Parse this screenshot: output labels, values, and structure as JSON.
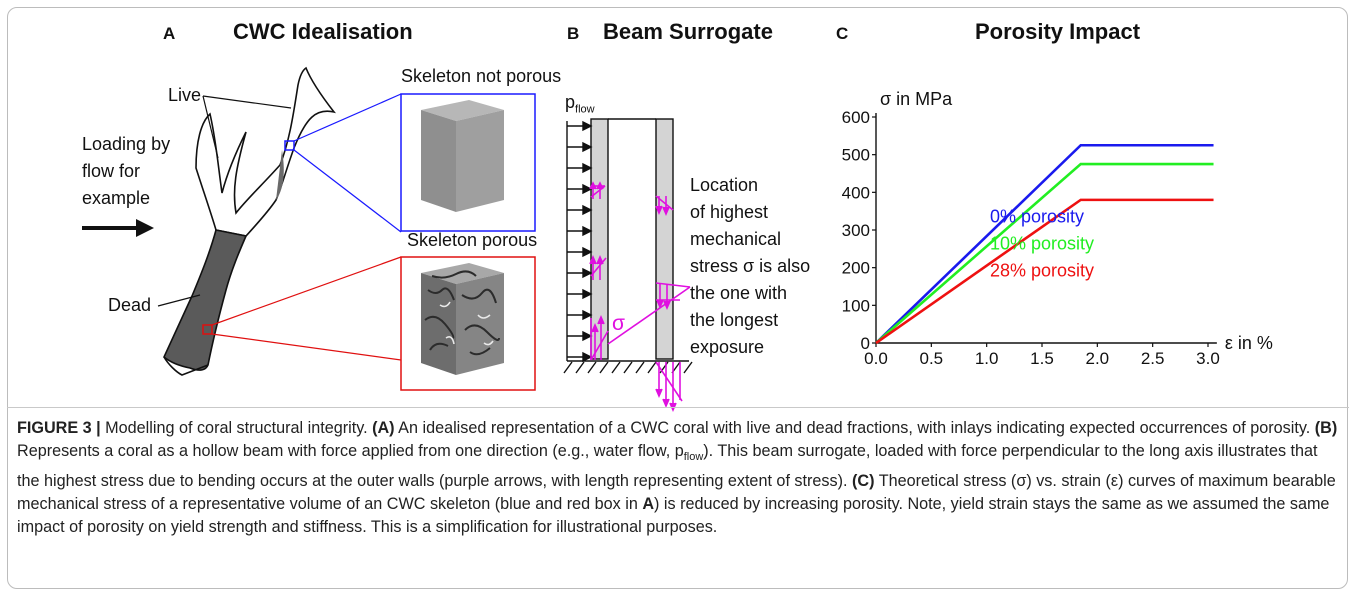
{
  "panel_a": {
    "letter": "A",
    "title": "CWC Idealisation",
    "live_label": "Live",
    "dead_label": "Dead",
    "loading_lines": [
      "Loading by",
      "flow for",
      "example"
    ],
    "not_porous_label": "Skeleton not porous",
    "porous_label": "Skeleton porous",
    "colors": {
      "not_porous_box": "#1a1aff",
      "porous_box": "#e01010"
    }
  },
  "panel_b": {
    "letter": "B",
    "title": "Beam Surrogate",
    "p_label": "p",
    "p_sub": "flow",
    "sigma": "σ",
    "text_lines": [
      "Location",
      "of highest",
      "mechanical",
      "stress σ is also",
      "the one with",
      "the longest",
      "exposure"
    ],
    "colors": {
      "stress_arrows": "#e010e0"
    }
  },
  "panel_c": {
    "letter": "C",
    "title": "Porosity Impact"
  },
  "chart_data": {
    "type": "line",
    "title": "Porosity Impact",
    "xlabel": "ε in %",
    "ylabel": "σ in MPa",
    "xlim": [
      0,
      3.0
    ],
    "ylim": [
      0,
      600
    ],
    "xticks": [
      "0.0",
      "0.5",
      "1.0",
      "1.5",
      "2.0",
      "2.5",
      "3.0"
    ],
    "yticks": [
      "0",
      "100",
      "200",
      "300",
      "400",
      "500",
      "600"
    ],
    "grid": false,
    "series": [
      {
        "name": "0% porosity",
        "color": "#1a1aee",
        "x": [
          0,
          1.85,
          3.05
        ],
        "y": [
          0,
          525,
          525
        ]
      },
      {
        "name": "10% porosity",
        "color": "#22ee22",
        "x": [
          0,
          1.85,
          3.05
        ],
        "y": [
          0,
          475,
          475
        ]
      },
      {
        "name": "28% porosity",
        "color": "#ee1111",
        "x": [
          0,
          1.85,
          3.05
        ],
        "y": [
          0,
          380,
          380
        ]
      }
    ]
  },
  "caption": {
    "figure_label": "FIGURE 3 |",
    "s1": " Modelling of coral structural integrity. ",
    "a_ref": "(A)",
    "s2": " An idealised representation of a CWC coral with live and dead fractions, with inlays indicating expected occurrences of porosity. ",
    "b_ref": "(B)",
    "s3": " Represents a coral as a hollow beam with force applied from one direction (e.g., water flow, p",
    "s3_sub": "flow",
    "s4": "). This beam surrogate, loaded with force perpendicular to the long axis illustrates that the highest stress due to bending occurs at the outer walls (purple arrows, with length representing extent of stress). ",
    "c_ref": "(C)",
    "s5": " Theoretical stress (σ) vs. strain (ε) curves of maximum bearable mechanical stress of a representative volume of an CWC skeleton (blue and red box in ",
    "a_ref2": "A",
    "s6": ") is reduced by increasing porosity. Note, yield strain stays the same as we assumed the same impact of porosity on yield strength and stiffness. This is a simplification for illustrational purposes."
  }
}
